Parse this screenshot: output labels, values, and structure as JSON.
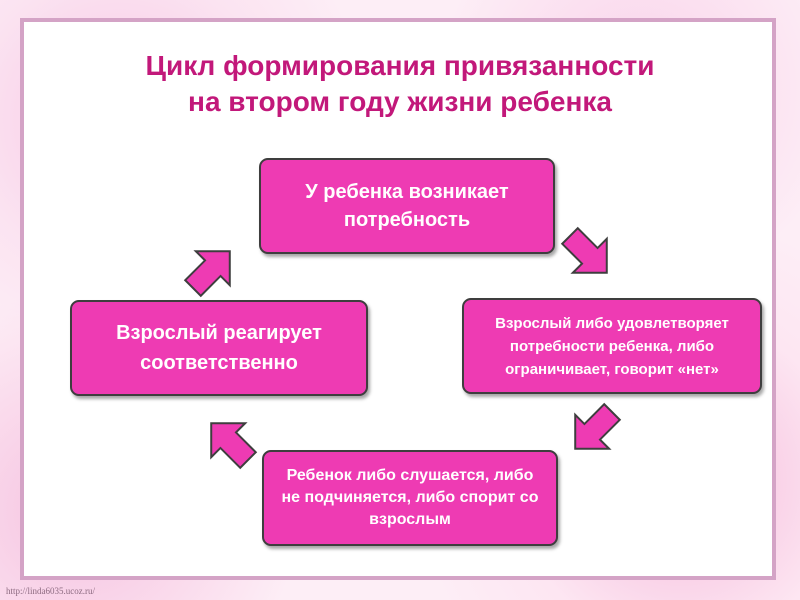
{
  "title": {
    "line1": "Цикл формирования привязанности",
    "line2": "на втором году жизни ребенка"
  },
  "cycle": [
    {
      "id": "need",
      "text": "У ребенка возникает потребность"
    },
    {
      "id": "adult-response",
      "text": "Взрослый либо удовлетворяет потребности ребенка, либо ограничивает, говорит «нет»"
    },
    {
      "id": "child-reaction",
      "text": "Ребенок либо слушается, либо не подчиняется, либо спорит со взрослым"
    },
    {
      "id": "adult-reacts",
      "text": "Взрослый реагирует соответственно"
    }
  ],
  "colors": {
    "box_fill": "#ee3bb3",
    "box_border": "#3e3e3e",
    "arrow_fill": "#ee3bb3",
    "title_color": "#c2187a",
    "frame_border": "#d4a3c6"
  },
  "footer": "http://linda6035.ucoz.ru/"
}
